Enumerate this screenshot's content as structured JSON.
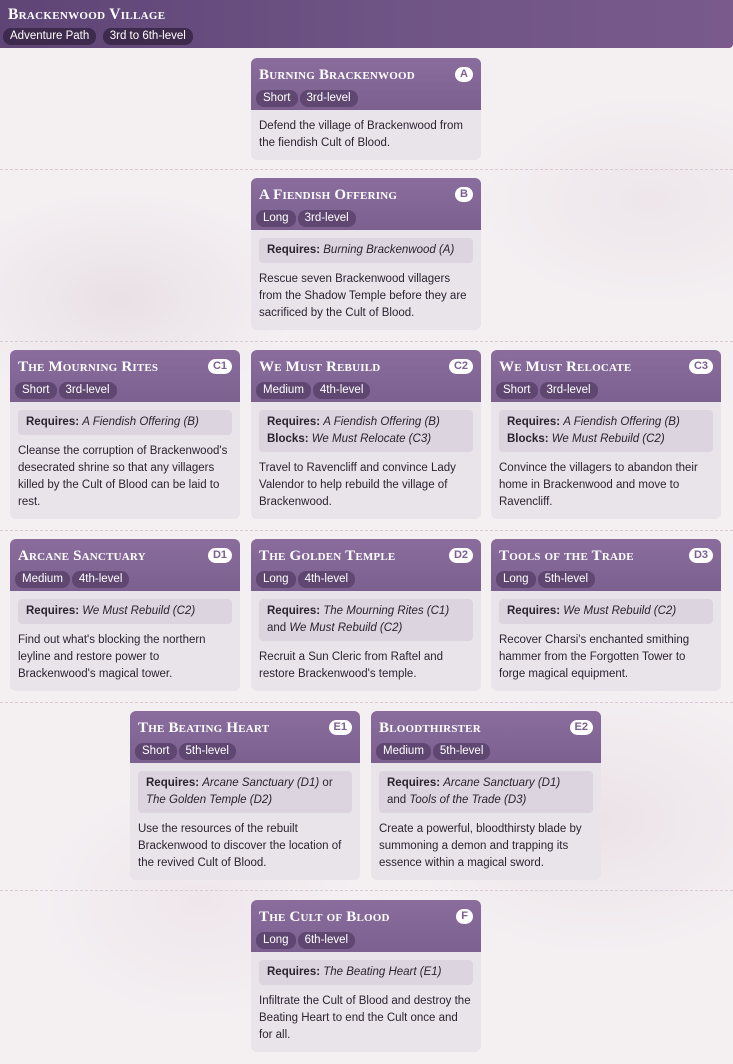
{
  "header": {
    "title": "Brackenwood Village",
    "pills": [
      "Adventure Path",
      "3rd to 6th-level"
    ]
  },
  "cards": [
    {
      "id": "A",
      "title": "Burning Brackenwood",
      "length": "Short",
      "level": "3rd-level",
      "requires": "",
      "and": "",
      "blocks": "",
      "desc": "Defend the village of Brackenwood from the fiendish Cult of Blood."
    },
    {
      "id": "B",
      "title": "A Fiendish Offering",
      "length": "Long",
      "level": "3rd-level",
      "requires": "Burning Brackenwood (A)",
      "and": "",
      "blocks": "",
      "desc": "Rescue seven Brackenwood villagers from the Shadow Temple before they are sacrificed by the Cult of Blood."
    },
    {
      "id": "C1",
      "title": "The Mourning Rites",
      "length": "Short",
      "level": "3rd-level",
      "requires": "A Fiendish Offering (B)",
      "and": "",
      "blocks": "",
      "desc": "Cleanse the corruption of Brackenwood's desecrated shrine so that any villagers killed by the Cult of Blood can be laid to rest."
    },
    {
      "id": "C2",
      "title": "We Must Rebuild",
      "length": "Medium",
      "level": "4th-level",
      "requires": "A Fiendish Offering (B)",
      "and": "",
      "blocks": "We Must Relocate (C3)",
      "desc": "Travel to Ravencliff and convince Lady Valendor to help rebuild the village of Brackenwood."
    },
    {
      "id": "C3",
      "title": "We Must Relocate",
      "length": "Short",
      "level": "3rd-level",
      "requires": "A Fiendish Offering (B)",
      "and": "",
      "blocks": "We Must Rebuild (C2)",
      "desc": "Convince the villagers to abandon their home in Brackenwood and move to Ravencliff."
    },
    {
      "id": "D1",
      "title": "Arcane Sanctuary",
      "length": "Medium",
      "level": "4th-level",
      "requires": "We Must Rebuild (C2)",
      "and": "",
      "blocks": "",
      "desc": "Find out what's blocking the northern leyline and restore power to Brackenwood's magical tower."
    },
    {
      "id": "D2",
      "title": "The Golden Temple",
      "length": "Long",
      "level": "4th-level",
      "requires": "The Mourning Rites (C1)",
      "and": "We Must Rebuild (C2)",
      "blocks": "",
      "desc": "Recruit a Sun Cleric from Raftel and restore Brackenwood's temple."
    },
    {
      "id": "D3",
      "title": "Tools of the Trade",
      "length": "Long",
      "level": "5th-level",
      "requires": "We Must Rebuild (C2)",
      "and": "",
      "blocks": "",
      "desc": "Recover Charsi's enchanted smithing hammer from the Forgotten Tower to forge magical equipment."
    },
    {
      "id": "E1",
      "title": "The Beating Heart",
      "length": "Short",
      "level": "5th-level",
      "requires": "Arcane Sanctuary (D1)",
      "or": "The Golden Temple (D2)",
      "and": "",
      "blocks": "",
      "desc": "Use the resources of the rebuilt Brackenwood to discover the location of the revived Cult of Blood."
    },
    {
      "id": "E2",
      "title": "Bloodthirster",
      "length": "Medium",
      "level": "5th-level",
      "requires": "Arcane Sanctuary (D1)",
      "and": "Tools of the Trade (D3)",
      "blocks": "",
      "desc": "Create a powerful, bloodthirsty blade by summoning a demon and trapping its essence within a magical sword."
    },
    {
      "id": "F",
      "title": "The Cult of Blood",
      "length": "Long",
      "level": "6th-level",
      "requires": "The Beating Heart (E1)",
      "and": "",
      "blocks": "",
      "desc": "Infiltrate the Cult of Blood and destroy the Beating Heart to end the Cult once and for all."
    }
  ],
  "labels": {
    "requires": "Requires:",
    "blocks": "Blocks:",
    "or": "or",
    "and": "and"
  }
}
